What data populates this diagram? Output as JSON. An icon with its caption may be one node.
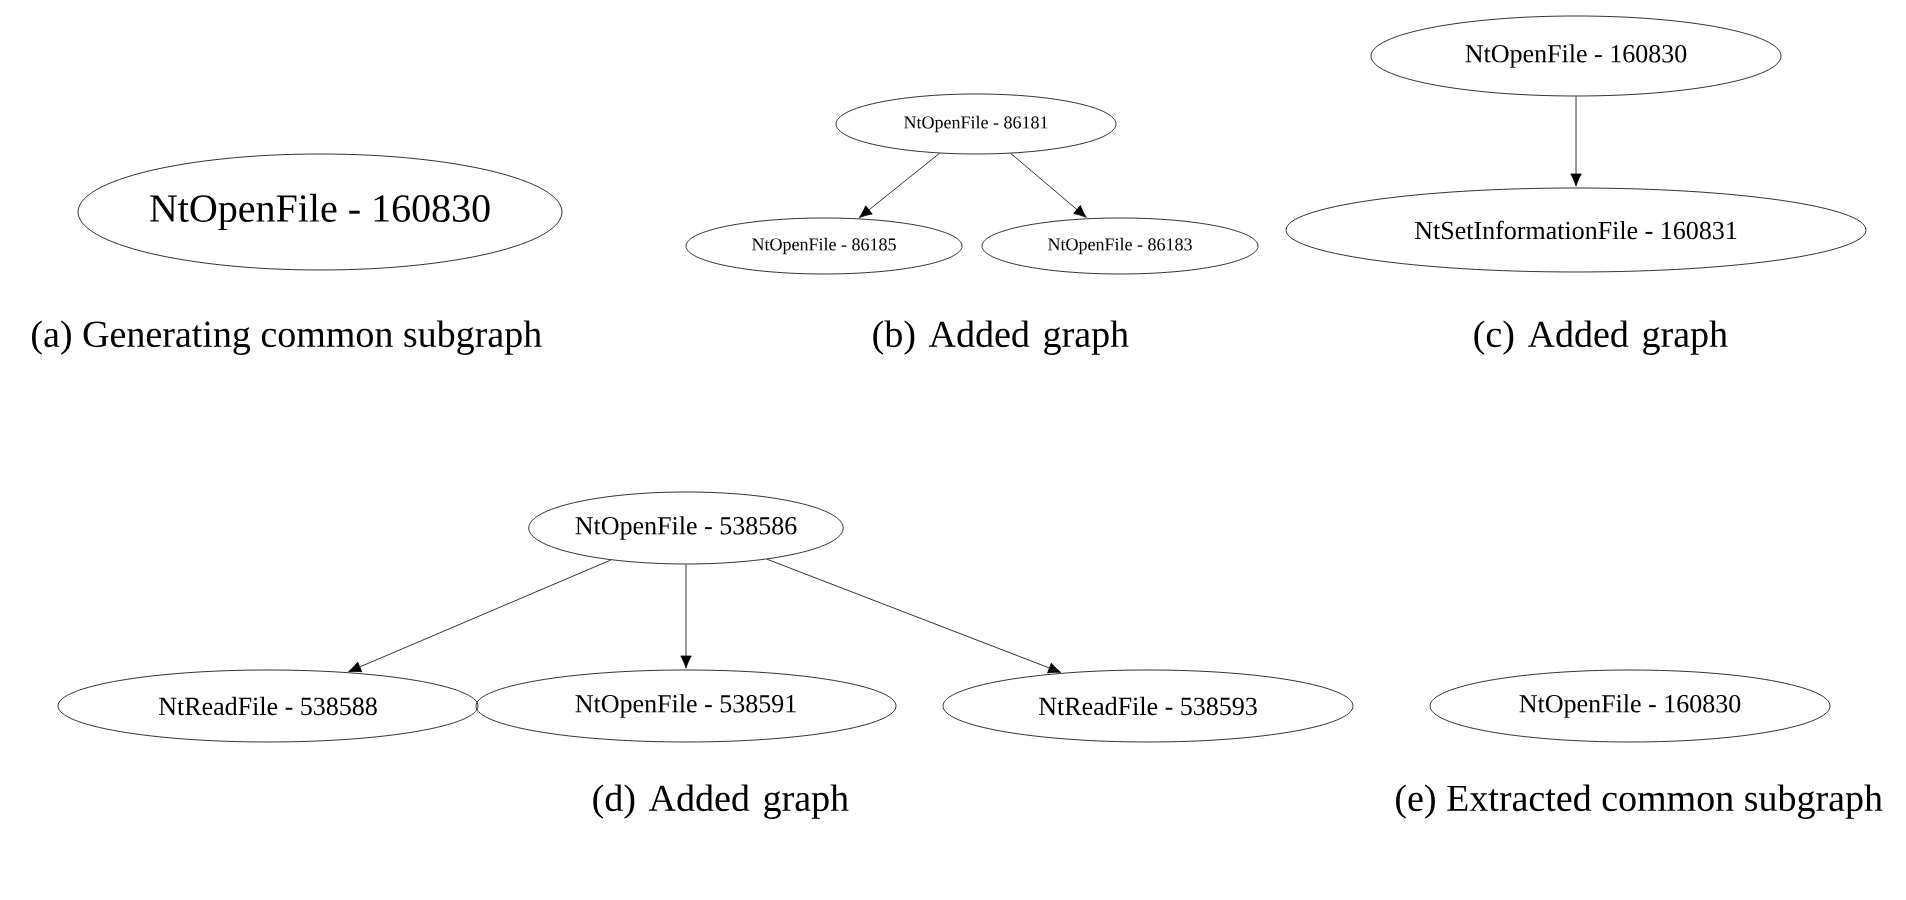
{
  "diagram": {
    "nodes": [
      {
        "text": [
          "NtOpenFile - 160830"
        ]
      },
      {
        "text": [
          "NtOpenFile - 86181"
        ]
      },
      {
        "text": [
          "NtOpenFile - 86185"
        ]
      },
      {
        "text": [
          "NtOpenFile - 86183"
        ]
      },
      {
        "text": [
          "NtOpenFile - 160830"
        ]
      },
      {
        "text": [
          "NtSetInformationFile - 160831"
        ]
      },
      {
        "text": [
          "NtOpenFile - 538586"
        ]
      },
      {
        "text": [
          "NtReadFile - 538588"
        ]
      },
      {
        "text": [
          "NtOpenFile - 538591"
        ]
      },
      {
        "text": [
          "NtReadFile - 538593"
        ]
      },
      {
        "text": [
          "NtOpenFile - 160830"
        ]
      }
    ],
    "edges": [
      {
        "from": 1,
        "to": 2,
        "arrow": "to"
      },
      {
        "from": 1,
        "to": 3,
        "arrow": "to"
      },
      {
        "from": 4,
        "to": 5,
        "arrow": "to"
      },
      {
        "from": 6,
        "to": 7,
        "arrow": "to"
      },
      {
        "from": 6,
        "to": 8,
        "arrow": "to"
      },
      {
        "from": 6,
        "to": 9,
        "arrow": "to"
      }
    ],
    "labels": [
      "(a) Generating common subgraph",
      "(b) Added graph",
      "(c) Added graph",
      "(d) Added graph",
      "(e) Extracted common subgraph"
    ]
  }
}
